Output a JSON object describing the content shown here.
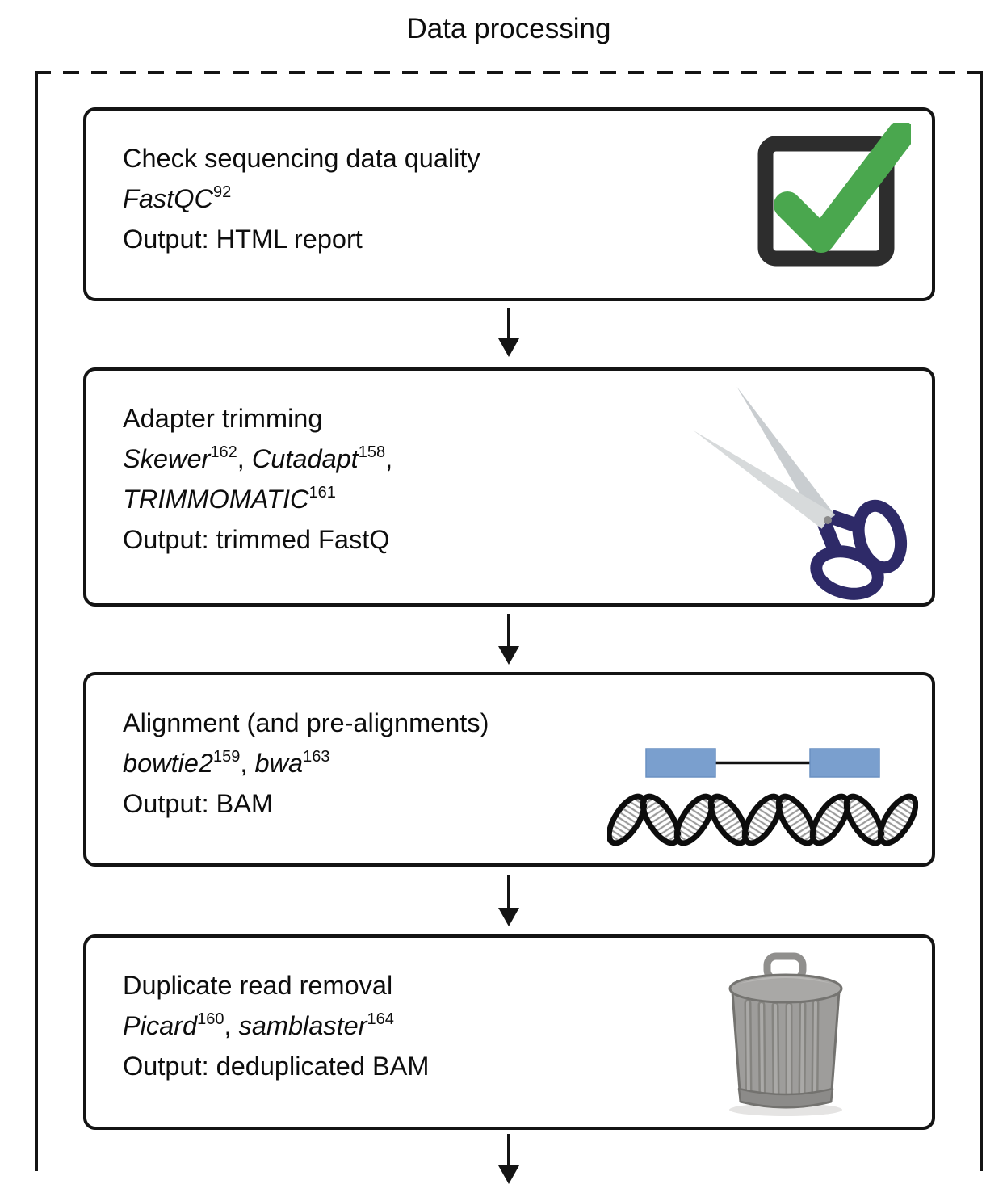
{
  "title": "Data processing",
  "colors": {
    "outline": "#141414",
    "text": "#0d0d0d",
    "check_green": "#4AA74E",
    "checkbox_dark": "#2d2d2d",
    "scissors_handle_navy": "#2E2A68",
    "scissors_blade_gray": "#D7DADB",
    "read_block_blue": "#7A9FCE",
    "trash_can_gray": "#9E9D9B"
  },
  "steps": [
    {
      "name": "check-sequencing-data-quality",
      "icon": "checked-checkbox-icon",
      "lines": [
        {
          "segments": [
            {
              "text": "Check sequencing data quality",
              "style": "normal"
            }
          ]
        },
        {
          "segments": [
            {
              "text": "FastQC",
              "style": "italic"
            },
            {
              "text": "92",
              "style": "sup"
            }
          ]
        },
        {
          "segments": [
            {
              "text": "Output: HTML report",
              "style": "normal"
            }
          ]
        }
      ]
    },
    {
      "name": "adapter-trimming",
      "icon": "scissors-icon",
      "lines": [
        {
          "segments": [
            {
              "text": "Adapter trimming",
              "style": "normal"
            }
          ]
        },
        {
          "segments": [
            {
              "text": "Skewer",
              "style": "italic"
            },
            {
              "text": "162",
              "style": "sup"
            },
            {
              "text": ", ",
              "style": "normal"
            },
            {
              "text": "Cutadapt",
              "style": "italic"
            },
            {
              "text": "158",
              "style": "sup"
            },
            {
              "text": ",",
              "style": "normal"
            }
          ]
        },
        {
          "segments": [
            {
              "text": "TRIMMOMATIC",
              "style": "italic"
            },
            {
              "text": "161",
              "style": "sup"
            }
          ]
        },
        {
          "segments": [
            {
              "text": "Output: trimmed FastQ",
              "style": "normal"
            }
          ]
        }
      ]
    },
    {
      "name": "alignment",
      "icon": "paired-reads-dna-icon",
      "lines": [
        {
          "segments": [
            {
              "text": "Alignment (and pre-alignments)",
              "style": "normal"
            }
          ]
        },
        {
          "segments": [
            {
              "text": "bowtie2",
              "style": "italic"
            },
            {
              "text": "159",
              "style": "sup"
            },
            {
              "text": ", ",
              "style": "normal"
            },
            {
              "text": "bwa",
              "style": "italic"
            },
            {
              "text": "163",
              "style": "sup"
            }
          ]
        },
        {
          "segments": [
            {
              "text": "Output: BAM",
              "style": "normal"
            }
          ]
        }
      ]
    },
    {
      "name": "duplicate-read-removal",
      "icon": "trash-can-icon",
      "lines": [
        {
          "segments": [
            {
              "text": "Duplicate read removal",
              "style": "normal"
            }
          ]
        },
        {
          "segments": [
            {
              "text": "Picard",
              "style": "italic"
            },
            {
              "text": "160",
              "style": "sup"
            },
            {
              "text": ", ",
              "style": "normal"
            },
            {
              "text": "samblaster",
              "style": "italic"
            },
            {
              "text": "164",
              "style": "sup"
            }
          ]
        },
        {
          "segments": [
            {
              "text": "Output: deduplicated BAM",
              "style": "normal"
            }
          ]
        }
      ]
    }
  ]
}
